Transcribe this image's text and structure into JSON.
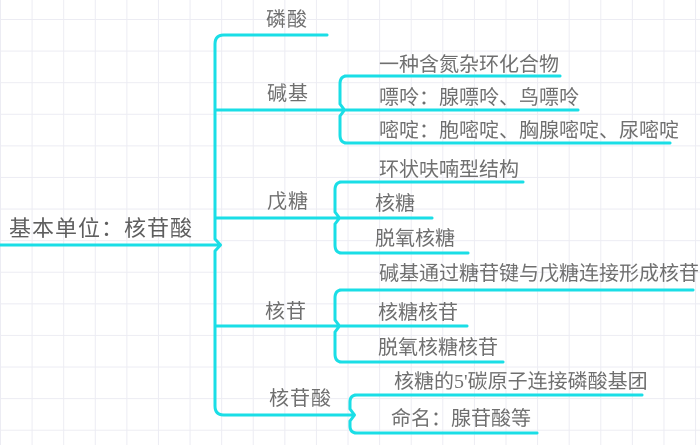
{
  "root": {
    "label": "基本单位：核苷酸"
  },
  "branches": [
    {
      "label": "磷酸",
      "children": []
    },
    {
      "label": "碱基",
      "children": [
        "一种含氮杂环化合物",
        "嘌呤：腺嘌呤、鸟嘌呤",
        "嘧啶：胞嘧啶、胸腺嘧啶、尿嘧啶"
      ]
    },
    {
      "label": "戊糖",
      "children": [
        "环状呋喃型结构",
        "核糖",
        "脱氧核糖"
      ]
    },
    {
      "label": "核苷",
      "children": [
        "碱基通过糖苷键与戊糖连接形成核苷",
        "核糖核苷",
        "脱氧核糖核苷"
      ]
    },
    {
      "label": "核苷酸",
      "children": [
        "核糖的5'碳原子连接磷酸基团",
        "命名：腺苷酸等"
      ]
    }
  ],
  "colors": {
    "branch_line": "#1adee6",
    "text": "#6f6f6f",
    "grid": "#ececf3",
    "background": "#ffffff"
  }
}
